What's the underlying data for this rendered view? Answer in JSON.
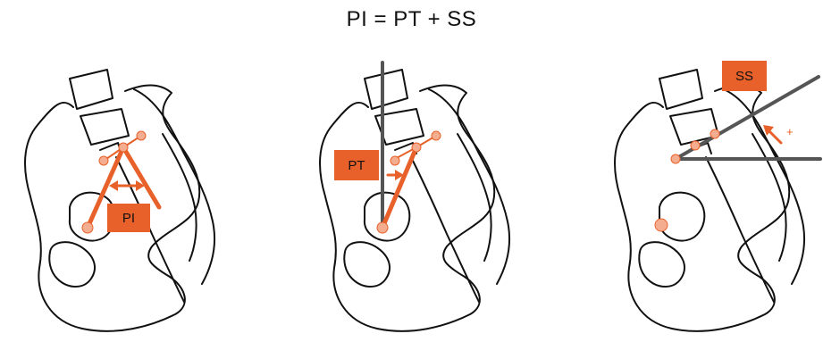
{
  "title": "PI = PT + SS",
  "panels": [
    {
      "label": "PI"
    },
    {
      "label": "PT"
    },
    {
      "label": "SS",
      "arrow_sign": "+"
    }
  ],
  "colors": {
    "accent": "#e8612a",
    "dot_fill": "#f4ad8f",
    "reference_line": "#555555",
    "outline": "#111111"
  }
}
